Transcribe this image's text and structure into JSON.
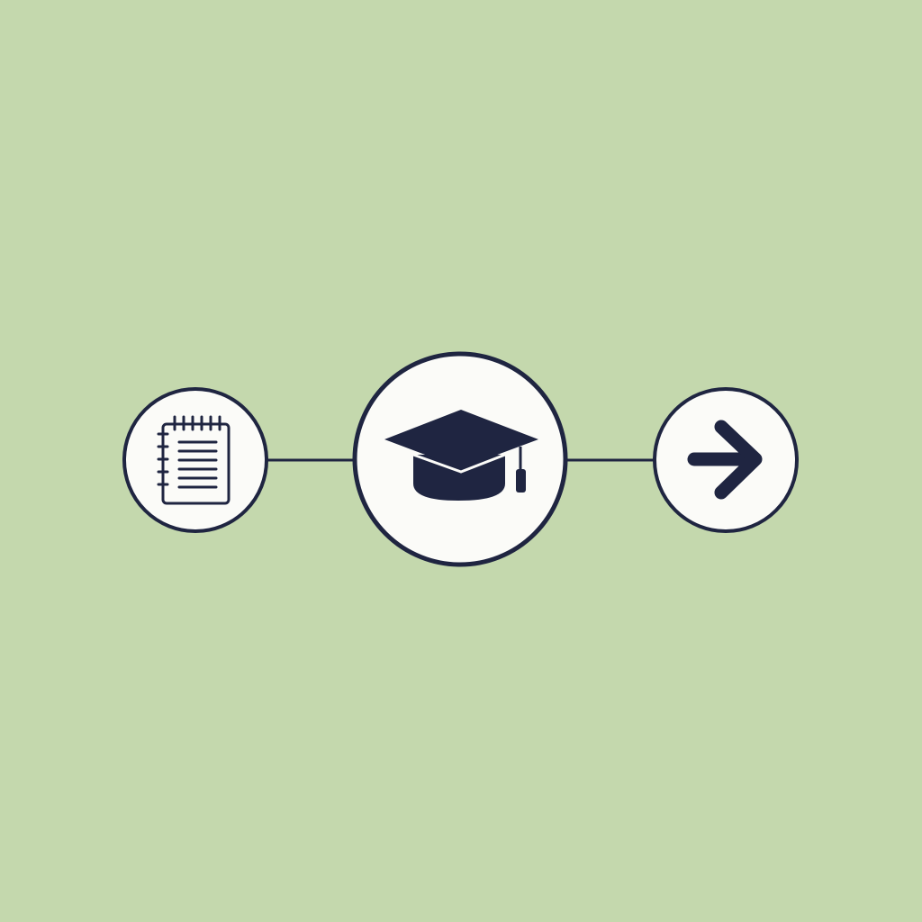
{
  "diagram": {
    "type": "flow",
    "direction": "left-to-right",
    "background_color": "#c4d8ad",
    "ink_color": "#1f2541",
    "node_fill": "#fbfbf8",
    "nodes": [
      {
        "id": "notes",
        "icon": "notepad-icon",
        "emphasis": "normal"
      },
      {
        "id": "graduation",
        "icon": "graduation-cap-icon",
        "emphasis": "primary"
      },
      {
        "id": "next",
        "icon": "arrow-right-icon",
        "emphasis": "normal"
      }
    ],
    "connectors": [
      {
        "from": "notes",
        "to": "graduation"
      },
      {
        "from": "graduation",
        "to": "next"
      }
    ]
  }
}
